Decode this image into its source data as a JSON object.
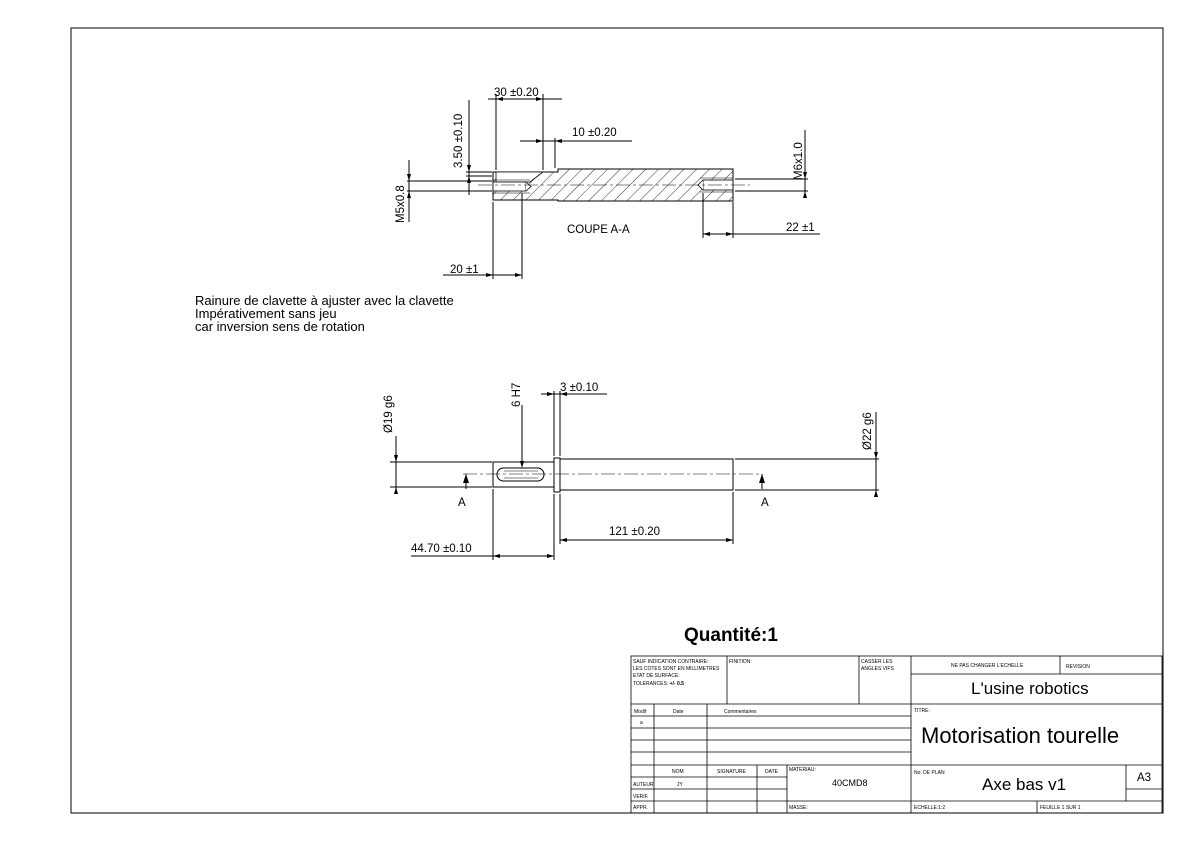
{
  "section_view": {
    "title": "COUPE A-A",
    "dims": {
      "keyway_length": "30 ±0.20",
      "key_offset": "10 ±0.20",
      "key_depth": "3.50 ±0.10",
      "thread_left": "M5x0.8",
      "thread_right": "M6x1.0",
      "depth_right": "22 ±1",
      "depth_left": "20 ±1"
    }
  },
  "notes": [
    "Rainure de clavette à ajuster avec la clavette",
    "Impérativement sans jeu",
    "car inversion sens de rotation"
  ],
  "main_view": {
    "dims": {
      "d19": "Ø19 g6",
      "d22": "Ø22 g6",
      "key_width": "6 H7",
      "shoulder": "3 ±0.10",
      "length_121": "121 ±0.20",
      "length_44": "44.70 ±0.10"
    },
    "section_mark_left": "A",
    "section_mark_right": "A"
  },
  "quantity": "Quantité:1",
  "title_block": {
    "general_notes": [
      "SAUF INDICATION CONTRAIRE:",
      "LES COTES SONT EN MILLIMETRES",
      "ETAT DE SURFACE:",
      "TOLERANCES: "
    ],
    "tolerance_value": "+/- 0.5",
    "finish_label": "FINITION:",
    "edges_label": [
      "CASSER LES",
      "ANGLES VIFS"
    ],
    "scale_note": "NE PAS CHANGER L'ECHELLE",
    "revision_label": "REVISION",
    "company": "L'usine robotics",
    "rev_headers": {
      "modif": "Modif",
      "date": "Date",
      "comments": "Commentaires"
    },
    "rev_row_first": "a",
    "title_label": "TITRE:",
    "title": "Motorisation tourelle",
    "person_headers": {
      "name": "NOM",
      "signature": "SIGNATURE",
      "date": "DATE"
    },
    "material_label": "MATERIAU:",
    "material": "40CMD8",
    "plan_label": "No. DE PLAN",
    "plan": "Axe bas v1",
    "format": "A3",
    "author_label": "AUTEUR",
    "author": "JY",
    "verified_label": "VERIF.",
    "approved_label": "APPR.",
    "mass_label": "MASSE:",
    "scale_label": "ECHELLE:1:2",
    "sheet_label": "FEUILLE 1 SUR 1"
  }
}
